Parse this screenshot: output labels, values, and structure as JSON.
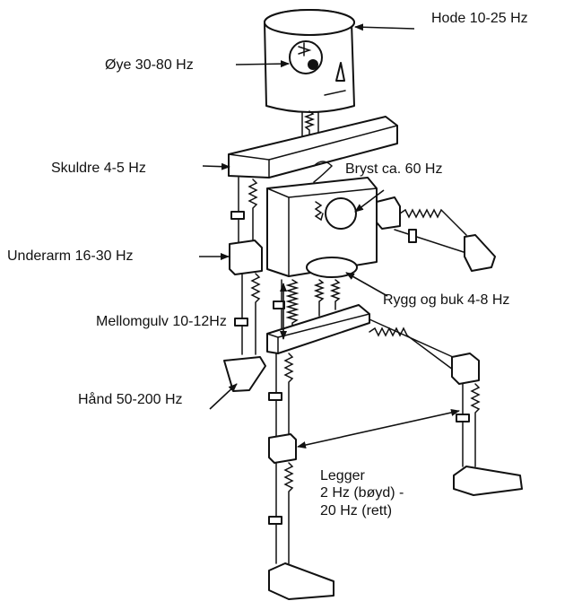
{
  "labels": {
    "hode": "Hode 10-25 Hz",
    "oye": "Øye 30-80 Hz",
    "skuldre": "Skuldre 4-5 Hz",
    "bryst": "Bryst ca. 60 Hz",
    "underarm": "Underarm 16-30 Hz",
    "rygg": "Rygg og buk 4-8 Hz",
    "mellomgulv": "Mellomgulv 10-12Hz",
    "hand": "Hånd 50-200 Hz",
    "legger_1": "Legger",
    "legger_2": "2 Hz (bøyd) -",
    "legger_3": "20 Hz (rett)"
  }
}
